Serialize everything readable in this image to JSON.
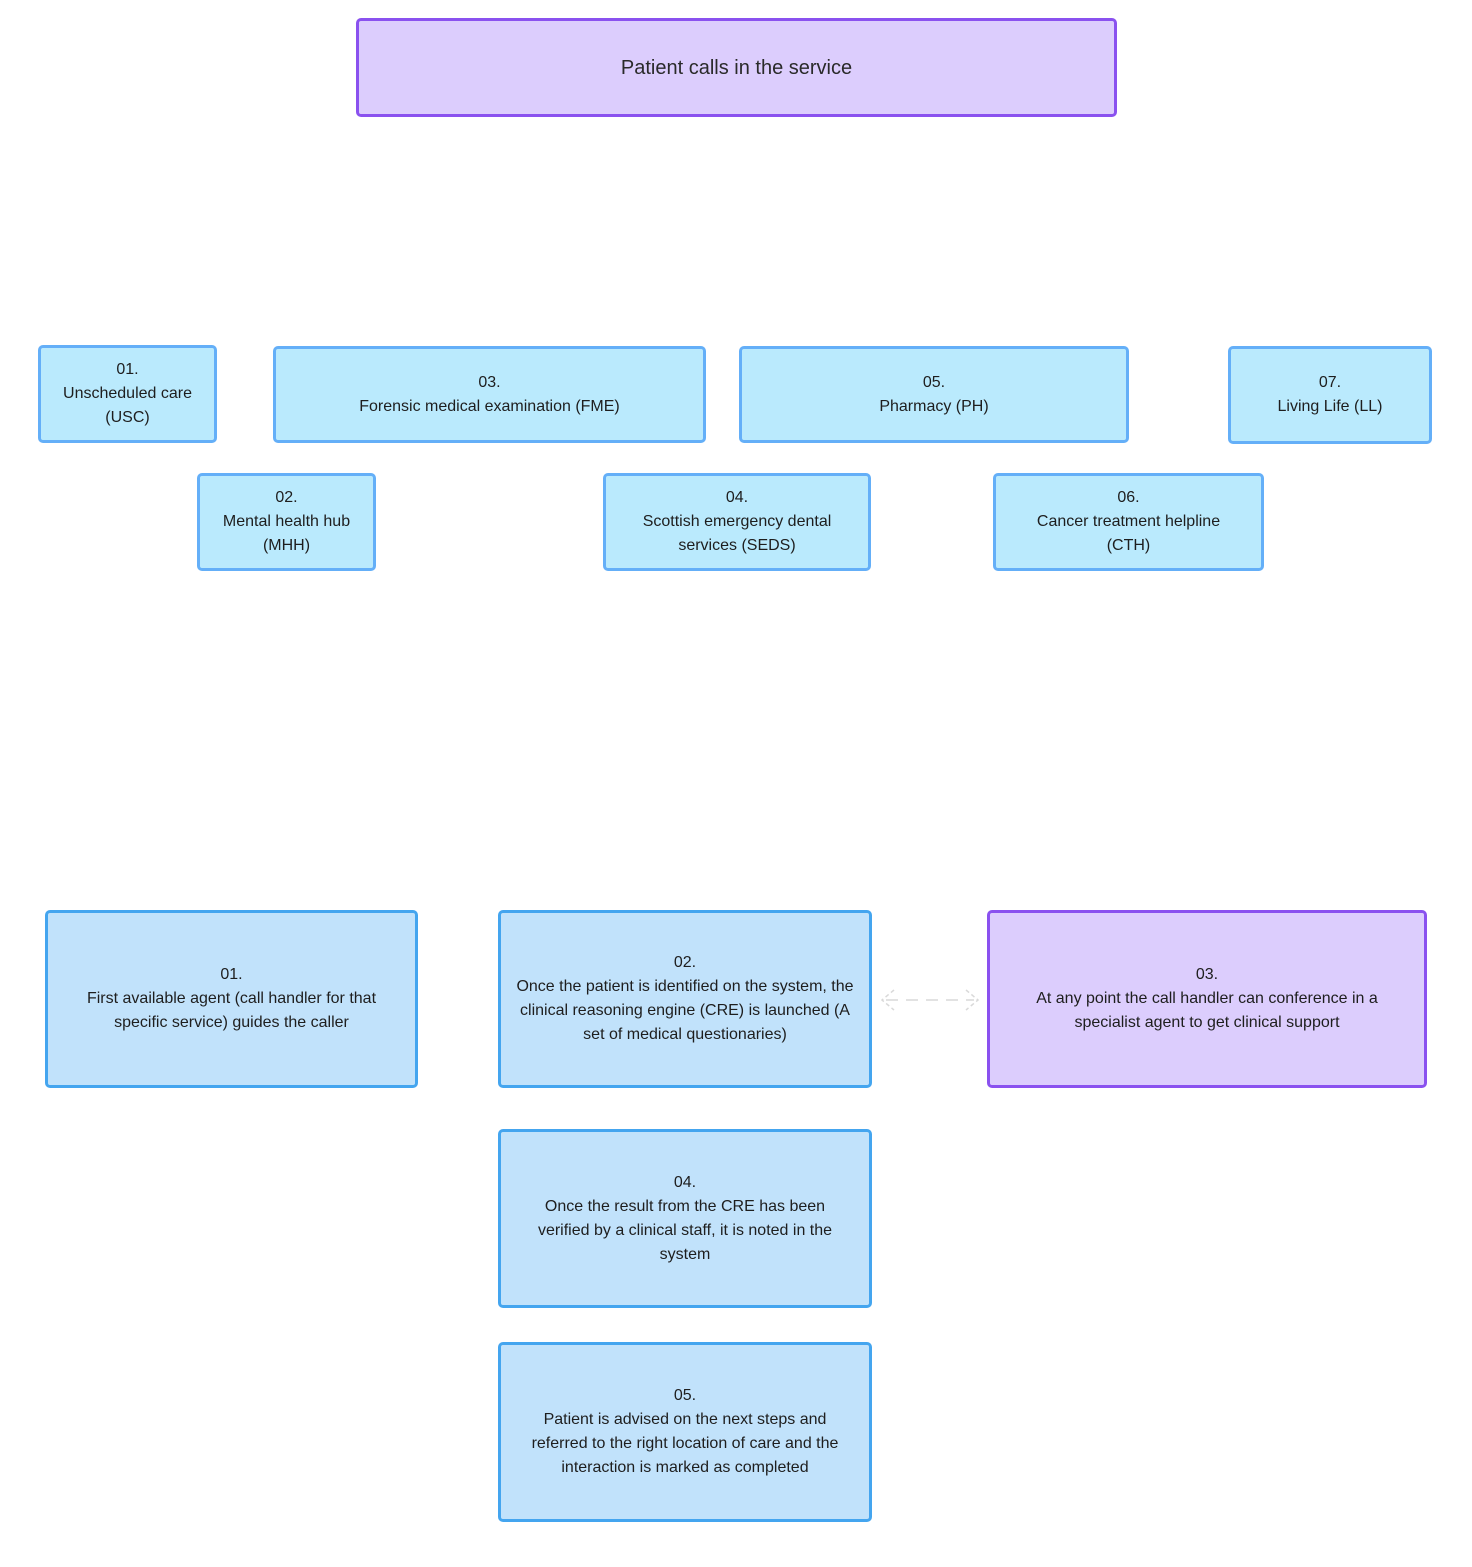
{
  "top": {
    "title": "Patient calls in the service"
  },
  "services": [
    {
      "num": "01.",
      "label": "Unscheduled care (USC)"
    },
    {
      "num": "02.",
      "label": "Mental health hub (MHH)"
    },
    {
      "num": "03.",
      "label": "Forensic medical examination (FME)"
    },
    {
      "num": "04.",
      "label": "Scottish emergency dental services (SEDS)"
    },
    {
      "num": "05.",
      "label": "Pharmacy (PH)"
    },
    {
      "num": "06.",
      "label": "Cancer treatment helpline (CTH)"
    },
    {
      "num": "07.",
      "label": "Living Life (LL)"
    }
  ],
  "steps": [
    {
      "num": "01.",
      "label": "First available agent (call handler for that specific service) guides the caller"
    },
    {
      "num": "02.",
      "label": "Once the patient is identified on the system, the clinical reasoning engine (CRE) is launched (A set of medical questionaries)"
    },
    {
      "num": "03.",
      "label": "At any point the call handler can conference in a specialist agent to get clinical support"
    },
    {
      "num": "04.",
      "label": "Once the result from the CRE has been verified by a clinical staff, it is noted in the system"
    },
    {
      "num": "05.",
      "label": "Patient is advised on the next steps and referred to the right location of care and the interaction is marked as completed"
    }
  ]
}
